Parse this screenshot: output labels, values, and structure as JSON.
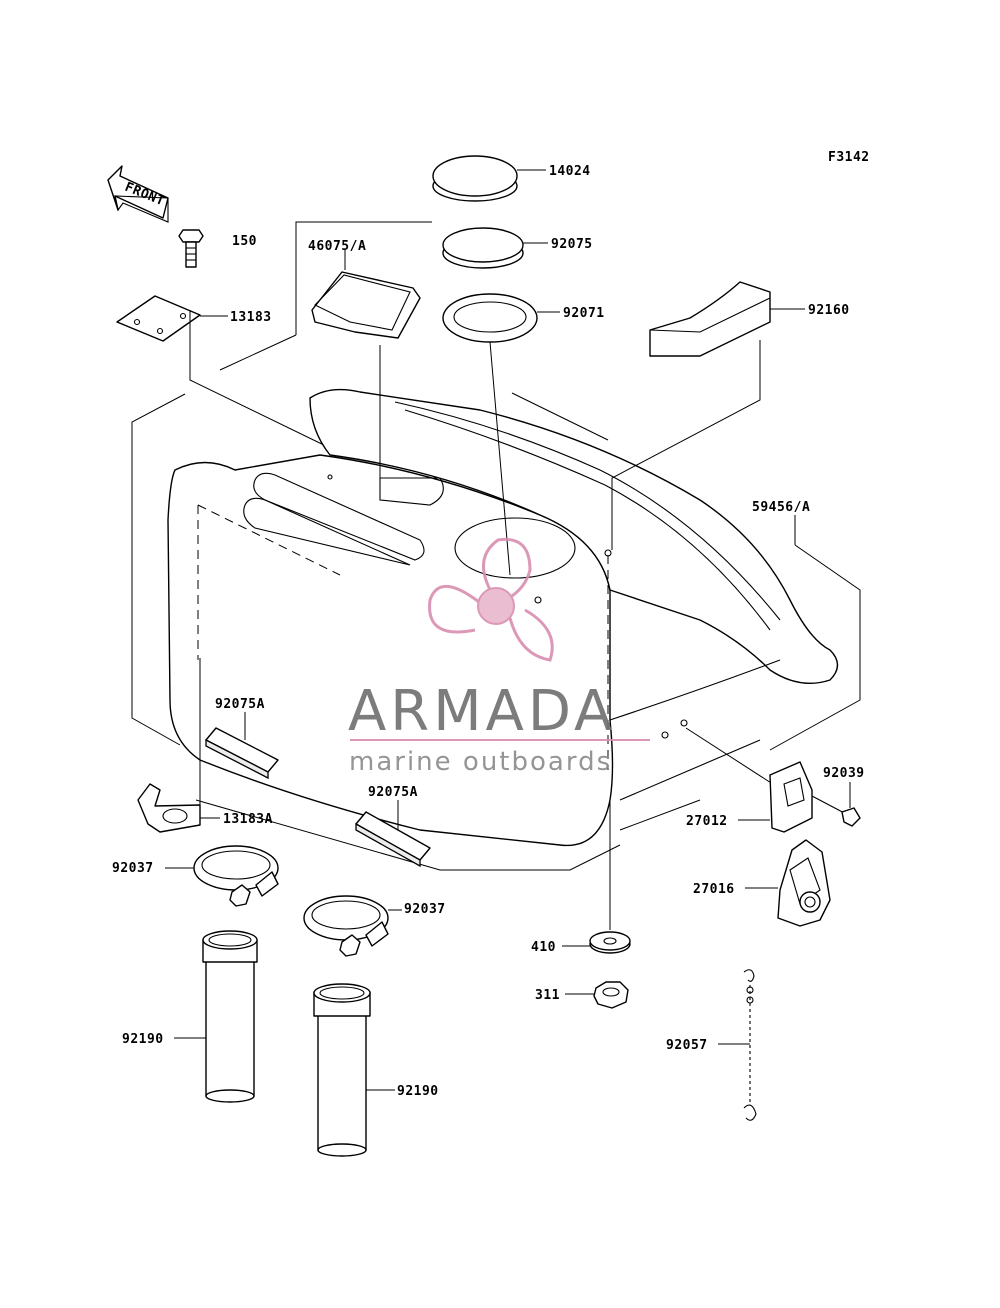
{
  "diagram": {
    "figure_code": "F3142",
    "front_arrow_text": "FRONT",
    "watermark": {
      "brand": "ARMADA",
      "tagline": "marine outboards",
      "accent_color": "#d98fb0",
      "text_color": "#6e6e6e"
    },
    "part_labels": [
      {
        "id": "p14024",
        "text": "14024"
      },
      {
        "id": "p92075",
        "text": "92075"
      },
      {
        "id": "p92071",
        "text": "92071"
      },
      {
        "id": "p46075a",
        "text": "46075/A"
      },
      {
        "id": "p150",
        "text": "150"
      },
      {
        "id": "p13183",
        "text": "13183"
      },
      {
        "id": "p92160",
        "text": "92160"
      },
      {
        "id": "p59456a",
        "text": "59456/A"
      },
      {
        "id": "p92075a_1",
        "text": "92075A"
      },
      {
        "id": "p92075a_2",
        "text": "92075A"
      },
      {
        "id": "p13183a",
        "text": "13183A"
      },
      {
        "id": "p92037_1",
        "text": "92037"
      },
      {
        "id": "p92037_2",
        "text": "92037"
      },
      {
        "id": "p92190_1",
        "text": "92190"
      },
      {
        "id": "p92190_2",
        "text": "92190"
      },
      {
        "id": "p92039",
        "text": "92039"
      },
      {
        "id": "p27012",
        "text": "27012"
      },
      {
        "id": "p27016",
        "text": "27016"
      },
      {
        "id": "p410",
        "text": "410"
      },
      {
        "id": "p311",
        "text": "311"
      },
      {
        "id": "p92057",
        "text": "92057"
      }
    ]
  }
}
